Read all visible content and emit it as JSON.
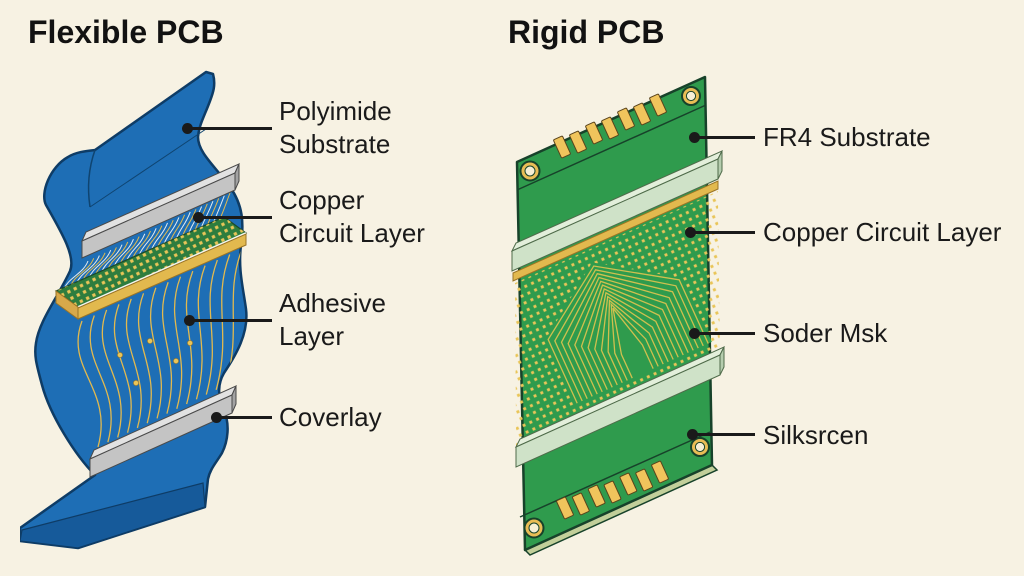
{
  "titles": {
    "flexible": "Flexible PCB",
    "rigid": "Rigid PCB"
  },
  "flexible": {
    "labels": [
      {
        "text": "Polyimide Substrate"
      },
      {
        "text": "Copper Circuit Layer"
      },
      {
        "text": "Adhesive Layer"
      },
      {
        "text": "Coverlay"
      }
    ]
  },
  "rigid": {
    "labels": [
      {
        "text": "FR4 Substrate"
      },
      {
        "text": "Copper Circuit Layer"
      },
      {
        "text": "Soder Msk"
      },
      {
        "text": "Silksrcen"
      }
    ]
  },
  "colors": {
    "background": "#f7f2e3",
    "text": "#1a1a1a",
    "leader": "#1a1a1a",
    "flex_blue": "#1e6eb5",
    "flex_blue_dark": "#1a5f9f",
    "flex_outline": "#0e3c66",
    "stiffener_gray": "#c4c4c4",
    "stiffener_gray_light": "#e2e2e2",
    "stiffener_gray_dark": "#a3a3a3",
    "copper_gold": "#e2b94e",
    "wire_light": "#e4eaee",
    "pad_gold": "#f0c45c",
    "trace_gold": "#cfc04e",
    "dot_gold": "#e9c558",
    "flex_board_green": "#2e7d3e",
    "rigid_green": "#2f9b4d",
    "rigid_outline": "#17422a",
    "solder_sage": "#cfe2c8",
    "solder_sage_light": "#e3efdb",
    "board_edge_tan": "#c2cf9a",
    "hole_gold": "#e9bd55",
    "hole_inner": "#f6efd5"
  }
}
